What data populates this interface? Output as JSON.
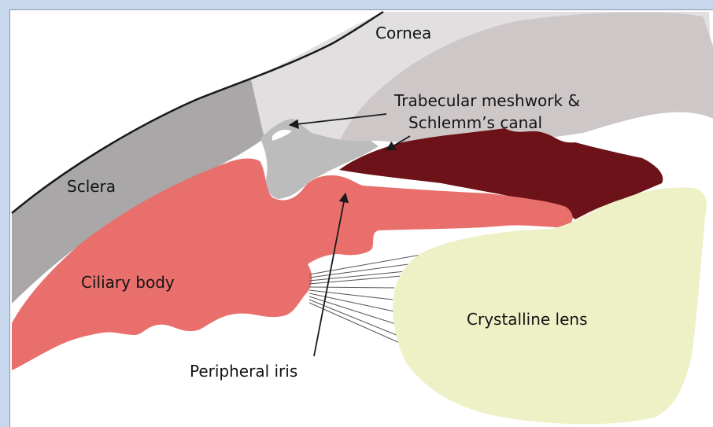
{
  "diagram": {
    "labels": {
      "cornea": "Cornea",
      "trabecular_line1": "Trabecular meshwork &",
      "trabecular_line2": "Schlemm’s canal",
      "sclera": "Sclera",
      "ciliary_body": "Ciliary body",
      "peripheral_iris": "Peripheral iris",
      "lens": "Crystalline lens"
    },
    "colors": {
      "frame_bg": "#c6d7ee",
      "cornea": "#e2dfe0",
      "cornea_inner": "#cdc7c8",
      "sclera": "#a9a7a8",
      "trabecular": "#bcbcbc",
      "ciliary_body": "#e86f6c",
      "iris_dark": "#6d1218",
      "lens": "#eef0c6",
      "outline": "#1a1a1a",
      "zonules": "#555555"
    }
  }
}
